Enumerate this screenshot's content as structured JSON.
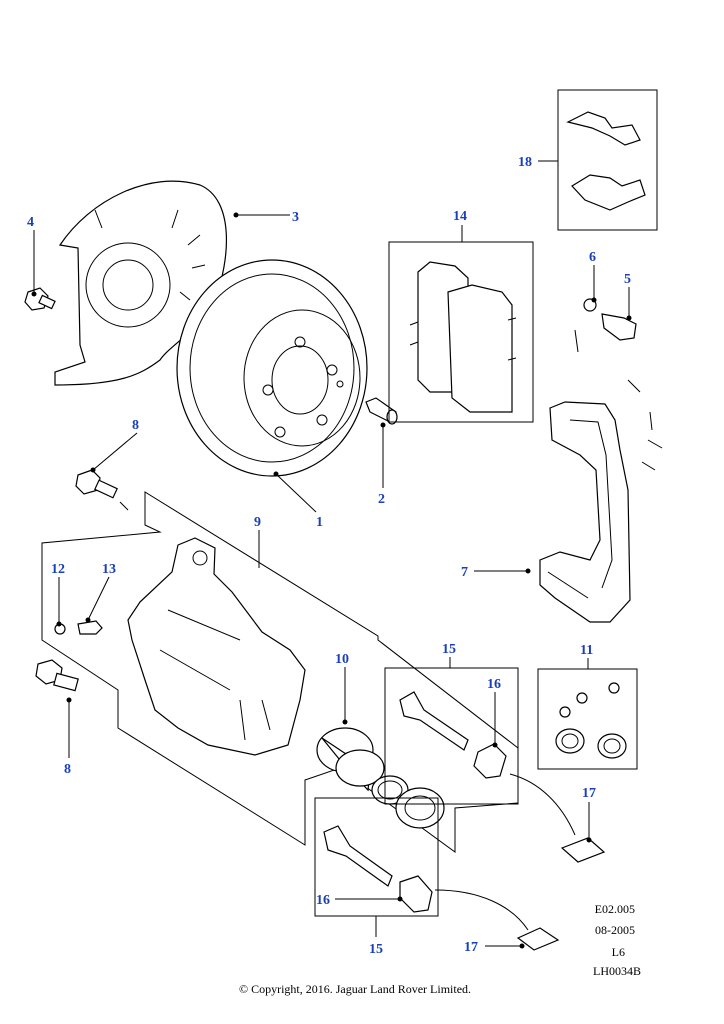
{
  "callouts": {
    "n1": "1",
    "n2": "2",
    "n3": "3",
    "n4": "4",
    "n5": "5",
    "n6": "6",
    "n7": "7",
    "n8a": "8",
    "n8b": "8",
    "n9": "9",
    "n10": "10",
    "n11": "11",
    "n12": "12",
    "n13": "13",
    "n14": "14",
    "n15a": "15",
    "n15b": "15",
    "n16a": "16",
    "n16b": "16",
    "n17a": "17",
    "n17b": "17",
    "n18": "18"
  },
  "reference": {
    "code": "E02.005",
    "date": "08-2005",
    "line": "L6",
    "drawing": "LH0034B"
  },
  "copyright": "© Copyright, 2016. Jaguar Land Rover Limited.",
  "colors": {
    "callout": "#1a3fb8",
    "line": "#000000",
    "background": "#ffffff"
  }
}
